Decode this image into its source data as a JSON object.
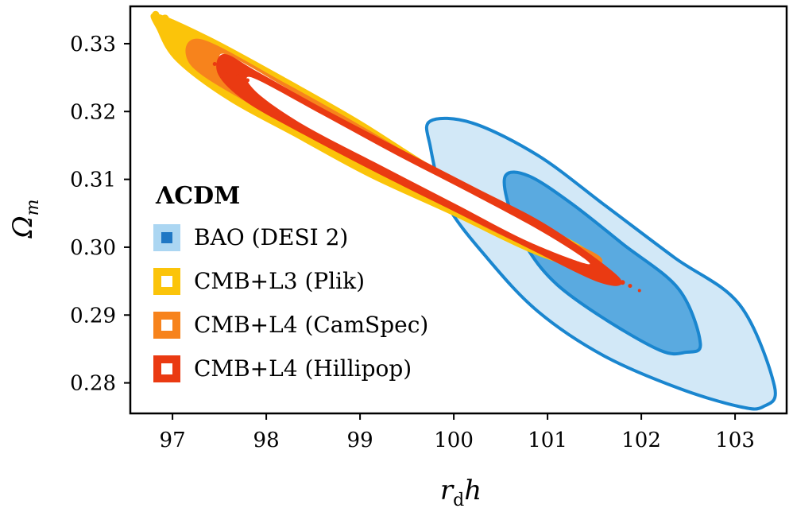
{
  "chart_data": {
    "type": "contour",
    "xlabel": "r_d h",
    "ylabel": "Ω_m",
    "xlim": [
      96.55,
      103.55
    ],
    "ylim": [
      0.2755,
      0.3355
    ],
    "xticks": [
      97,
      98,
      99,
      100,
      101,
      102,
      103
    ],
    "yticks": [
      0.28,
      0.29,
      0.3,
      0.31,
      0.32,
      0.33
    ],
    "xtick_labels": [
      "97",
      "98",
      "99",
      "100",
      "101",
      "102",
      "103"
    ],
    "ytick_labels": [
      "0.28",
      "0.29",
      "0.30",
      "0.31",
      "0.32",
      "0.33"
    ],
    "grid": false,
    "legend": {
      "title": "ΛCDM",
      "placement": "left",
      "entries": [
        {
          "label": "BAO (DESI 2)",
          "fill": "#abd6f2",
          "inner": "#1f77c4",
          "inner_style": "filled"
        },
        {
          "label": "CMB+L3 (Plik)",
          "fill": "#fbc40a",
          "inner": "#ffffff",
          "inner_style": "hollow"
        },
        {
          "label": "CMB+L4 (CamSpec)",
          "fill": "#f7831c",
          "inner": "#ffffff",
          "inner_style": "hollow"
        },
        {
          "label": "CMB+L4 (Hillipop)",
          "fill": "#ea3a12",
          "inner": "#ffffff",
          "inner_style": "hollow"
        }
      ]
    },
    "series": [
      {
        "name": "BAO (DESI 2)",
        "outer_color": "#1a86cf",
        "outer_fill": "#d2e8f7",
        "inner_fill": "#5aaae0",
        "contour_95": [
          [
            99.75,
            0.3186
          ],
          [
            100.2,
            0.3183
          ],
          [
            100.9,
            0.3135
          ],
          [
            101.6,
            0.3063
          ],
          [
            102.35,
            0.2985
          ],
          [
            103.05,
            0.2915
          ],
          [
            103.42,
            0.2795
          ],
          [
            103.3,
            0.2765
          ],
          [
            103.05,
            0.2765
          ],
          [
            102.4,
            0.2792
          ],
          [
            101.6,
            0.284
          ],
          [
            100.9,
            0.2905
          ],
          [
            100.35,
            0.2985
          ],
          [
            99.92,
            0.3065
          ],
          [
            99.75,
            0.3148
          ]
        ],
        "contour_68": [
          [
            100.55,
            0.3105
          ],
          [
            100.8,
            0.3105
          ],
          [
            101.25,
            0.3065
          ],
          [
            101.8,
            0.3005
          ],
          [
            102.4,
            0.2938
          ],
          [
            102.63,
            0.2858
          ],
          [
            102.47,
            0.2845
          ],
          [
            102.2,
            0.2848
          ],
          [
            101.6,
            0.2895
          ],
          [
            101.1,
            0.2945
          ],
          [
            100.8,
            0.2995
          ],
          [
            100.6,
            0.3055
          ]
        ]
      },
      {
        "name": "CMB+L3 (Plik)",
        "outer_color": "#fbc40a",
        "contour_95": [
          [
            96.82,
            0.3343
          ],
          [
            97.4,
            0.3308
          ],
          [
            98.2,
            0.3248
          ],
          [
            99.0,
            0.3185
          ],
          [
            99.8,
            0.3115
          ],
          [
            100.6,
            0.3055
          ],
          [
            101.3,
            0.3005
          ],
          [
            101.5,
            0.2982
          ],
          [
            101.3,
            0.2973
          ],
          [
            100.8,
            0.2995
          ],
          [
            100.0,
            0.3048
          ],
          [
            99.1,
            0.3105
          ],
          [
            98.3,
            0.3165
          ],
          [
            97.6,
            0.3218
          ],
          [
            97.05,
            0.3275
          ],
          [
            96.85,
            0.332
          ]
        ],
        "contour_68": [
          [
            97.45,
            0.3296
          ],
          [
            98.2,
            0.3238
          ],
          [
            99.0,
            0.3175
          ],
          [
            99.9,
            0.3102
          ],
          [
            100.7,
            0.304
          ],
          [
            101.3,
            0.299
          ],
          [
            100.8,
            0.301
          ],
          [
            99.9,
            0.308
          ],
          [
            99.0,
            0.3148
          ],
          [
            98.2,
            0.321
          ],
          [
            97.45,
            0.3275
          ]
        ]
      },
      {
        "name": "CMB+L4 (CamSpec)",
        "outer_color": "#f7831c",
        "contour_95": [
          [
            97.3,
            0.3305
          ],
          [
            98.2,
            0.324
          ],
          [
            99.1,
            0.317
          ],
          [
            100.0,
            0.3095
          ],
          [
            100.8,
            0.3035
          ],
          [
            101.55,
            0.2985
          ],
          [
            101.3,
            0.2975
          ],
          [
            100.5,
            0.302
          ],
          [
            99.6,
            0.3085
          ],
          [
            98.7,
            0.315
          ],
          [
            97.8,
            0.3215
          ],
          [
            97.2,
            0.327
          ]
        ],
        "contour_68": [
          [
            97.55,
            0.3285
          ],
          [
            98.4,
            0.322
          ],
          [
            99.3,
            0.315
          ],
          [
            100.2,
            0.308
          ],
          [
            101.0,
            0.3015
          ],
          [
            100.4,
            0.304
          ],
          [
            99.5,
            0.3105
          ],
          [
            98.6,
            0.317
          ],
          [
            97.7,
            0.324
          ]
        ]
      },
      {
        "name": "CMB+L4 (Hillipop)",
        "outer_color": "#ea3a12",
        "contour_95": [
          [
            97.55,
            0.3283
          ],
          [
            97.9,
            0.3257
          ],
          [
            98.6,
            0.3203
          ],
          [
            99.4,
            0.3145
          ],
          [
            100.2,
            0.3088
          ],
          [
            101.0,
            0.303
          ],
          [
            101.75,
            0.2955
          ],
          [
            101.55,
            0.295
          ],
          [
            100.8,
            0.3
          ],
          [
            100.0,
            0.3055
          ],
          [
            99.2,
            0.311
          ],
          [
            98.4,
            0.3168
          ],
          [
            97.8,
            0.3215
          ],
          [
            97.5,
            0.3255
          ]
        ],
        "contour_68": [
          [
            97.85,
            0.325
          ],
          [
            98.6,
            0.3195
          ],
          [
            99.4,
            0.3135
          ],
          [
            100.2,
            0.3078
          ],
          [
            101.0,
            0.3018
          ],
          [
            101.45,
            0.2975
          ],
          [
            100.8,
            0.3008
          ],
          [
            100.0,
            0.3065
          ],
          [
            99.2,
            0.3122
          ],
          [
            98.4,
            0.318
          ],
          [
            97.9,
            0.3228
          ]
        ]
      }
    ],
    "tails": [
      {
        "color": "#fbc40a",
        "points": [
          [
            96.82,
            0.3343
          ],
          [
            96.92,
            0.3337
          ],
          [
            97.0,
            0.3331
          ],
          [
            97.1,
            0.3323
          ]
        ],
        "radii": [
          4.5,
          5,
          4,
          3
        ]
      },
      {
        "color": "#ea3a12",
        "points": [
          [
            97.45,
            0.327
          ],
          [
            97.6,
            0.3258
          ],
          [
            97.7,
            0.3252
          ],
          [
            97.8,
            0.3246
          ]
        ],
        "radii": [
          2.5,
          2.5,
          2.5,
          2.5
        ]
      },
      {
        "color": "#ea3a12",
        "points": [
          [
            101.72,
            0.2953
          ],
          [
            101.8,
            0.2948
          ],
          [
            101.88,
            0.2943
          ],
          [
            101.98,
            0.2936
          ]
        ],
        "radii": [
          3.5,
          3,
          2.5,
          2
        ]
      }
    ]
  }
}
